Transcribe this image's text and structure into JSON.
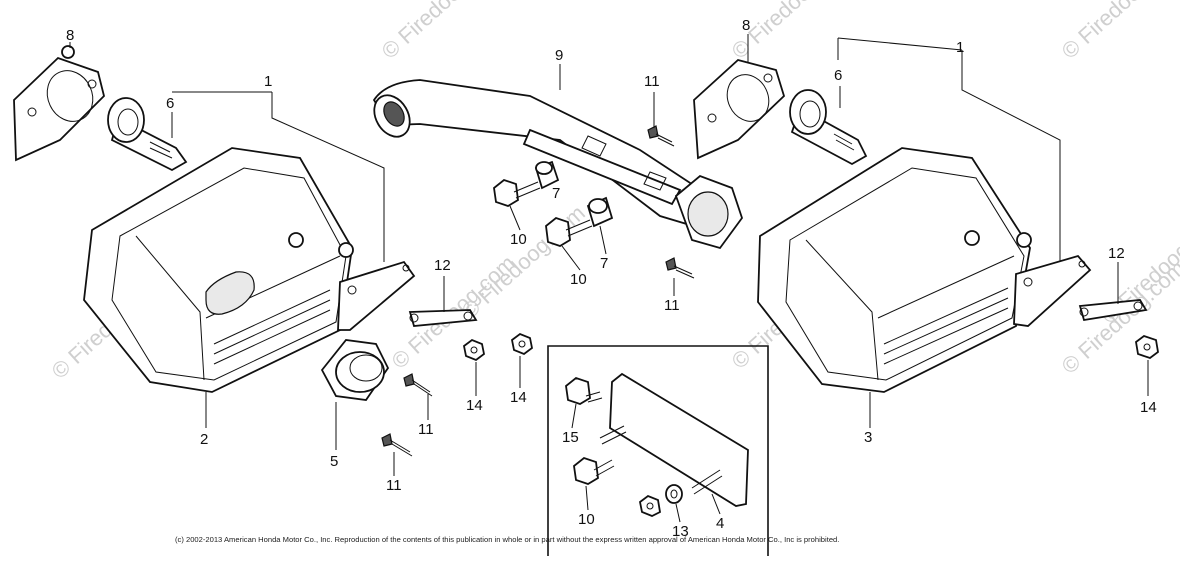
{
  "diagram": {
    "watermark_text": "© Firedoog.com",
    "copyright": "(c) 2002-2013 American Honda Motor Co., Inc. Reproduction of the contents of this publication in whole or in part without the express written approval of American Honda Motor Co., Inc is prohibited.",
    "callouts": {
      "c8a": "8",
      "c1a": "1",
      "c6a": "6",
      "c2": "2",
      "c5": "5",
      "c11a": "11",
      "c11b": "11",
      "c12a": "12",
      "c14a": "14",
      "c14b": "14",
      "c9": "9",
      "c11c": "11",
      "c7a": "7",
      "c7b": "7",
      "c10a": "10",
      "c10b": "10",
      "c11d": "11",
      "c15": "15",
      "c10c": "10",
      "c13": "13",
      "c4": "4",
      "c8b": "8",
      "c6b": "6",
      "c1b": "1",
      "c12b": "12",
      "c14c": "14",
      "c3": "3"
    }
  }
}
